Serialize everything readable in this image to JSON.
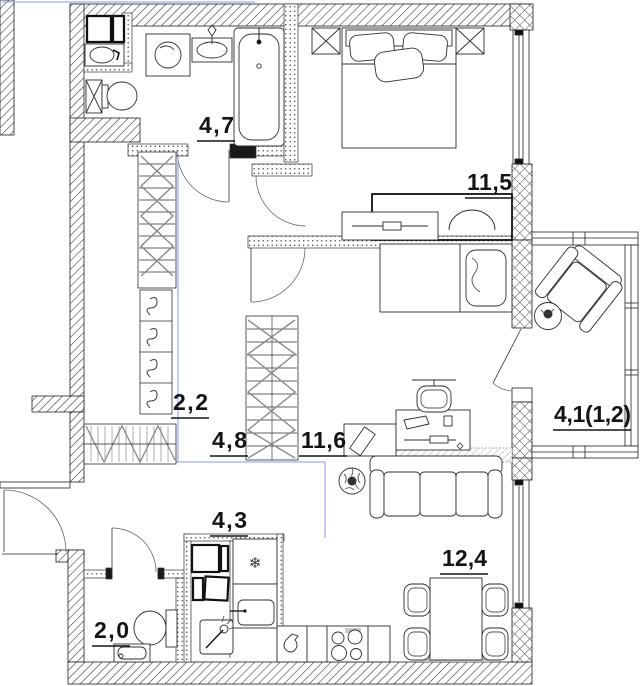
{
  "plan": {
    "type": "apartment-floor-plan",
    "rooms": [
      {
        "id": "bathroom",
        "area_label": "4,7"
      },
      {
        "id": "bedroom",
        "area_label": "11,5"
      },
      {
        "id": "closet",
        "area_label": "2,2"
      },
      {
        "id": "hallway",
        "area_label": "4,8"
      },
      {
        "id": "living-room",
        "area_label": "11,6"
      },
      {
        "id": "balcony",
        "area_label": "4,1(1,2)"
      },
      {
        "id": "utility",
        "area_label": "4,3"
      },
      {
        "id": "kitchen-dining",
        "area_label": "12,4"
      },
      {
        "id": "wc",
        "area_label": "2,0"
      }
    ],
    "icons": {
      "snowflake_glyph": "❄"
    },
    "colors": {
      "wall_line": "#1f1f1f",
      "zone_line": "#8c93e8",
      "paper": "#ffffff"
    }
  }
}
